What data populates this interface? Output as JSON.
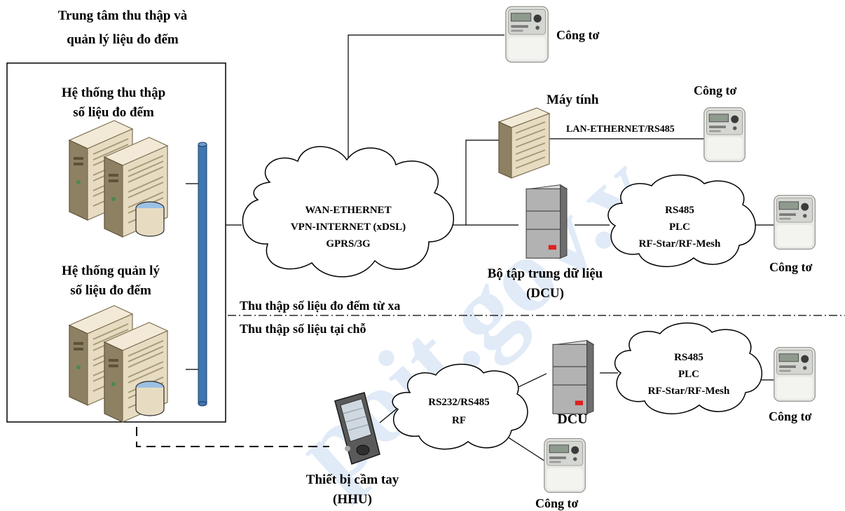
{
  "colors": {
    "bus": "#3f77b2",
    "server_body": "#e7dcc2",
    "server_dark": "#8e8063",
    "dcu_body": "#b2b2b2",
    "dcu_led": "#e02020",
    "meter_body": "#e8e8e4",
    "watermark": "#c9d9f2"
  },
  "center": {
    "title_line1": "Trung tâm thu thập và",
    "title_line2": "quản lý liệu đo đếm",
    "collect_line1": "Hệ thống thu thập",
    "collect_line2": "số liệu đo đếm",
    "manage_line1": "Hệ thống quản lý",
    "manage_line2": "số liệu đo đếm"
  },
  "wan": {
    "line1": "WAN-ETHERNET",
    "line2": "VPN-INTERNET (xDSL)",
    "line3": "GPRS/3G"
  },
  "computer": {
    "label": "Máy tính",
    "link_label": "LAN-ETHERNET/RS485"
  },
  "dcu_remote": {
    "line1": "Bộ tập trung dữ liệu",
    "line2": "(DCU)"
  },
  "dcu_local": {
    "label": "DCU"
  },
  "cloud_remote": {
    "line1": "RS485",
    "line2": "PLC",
    "line3": "RF-Star/RF-Mesh"
  },
  "cloud_local": {
    "line1": "RS485",
    "line2": "PLC",
    "line3": "RF-Star/RF-Mesh"
  },
  "cloud_hhu": {
    "line1": "RS232/RS485",
    "line2": "RF"
  },
  "meters": {
    "top": "Công tơ",
    "computer": "Công tơ",
    "remote_dcu": "Công tơ",
    "local_dcu": "Công tơ",
    "hhu": "Công tơ"
  },
  "sections": {
    "remote": "Thu thập số liệu đo đếm từ xa",
    "local": "Thu thập số liệu tại chỗ"
  },
  "hhu": {
    "line1": "Thiết bị cầm tay",
    "line2": "(HHU)"
  },
  "watermark_text": "poit.gov.v"
}
